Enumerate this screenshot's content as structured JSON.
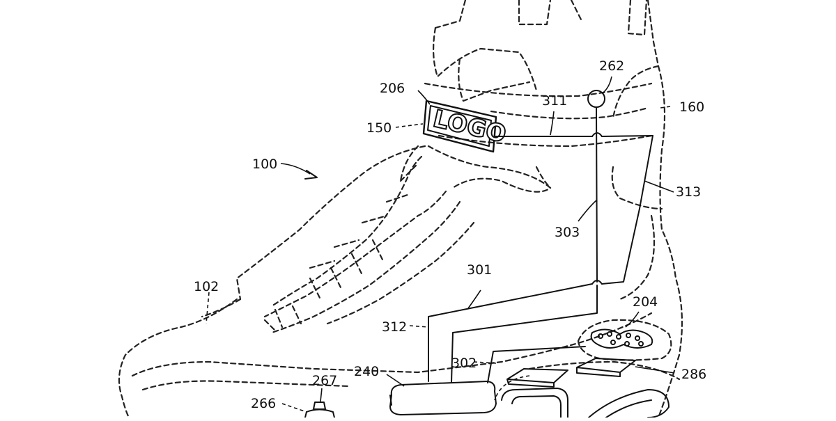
{
  "figure": {
    "logo_text": "LOGO",
    "reference_numerals": {
      "r100": "100",
      "r102": "102",
      "r150": "150",
      "r160": "160",
      "r204": "204",
      "r206": "206",
      "r240": "240",
      "r262": "262",
      "r266": "266",
      "r267": "267",
      "r286": "286",
      "r301": "301",
      "r302": "302",
      "r303": "303",
      "r311": "311",
      "r312": "312",
      "r313": "313"
    }
  }
}
